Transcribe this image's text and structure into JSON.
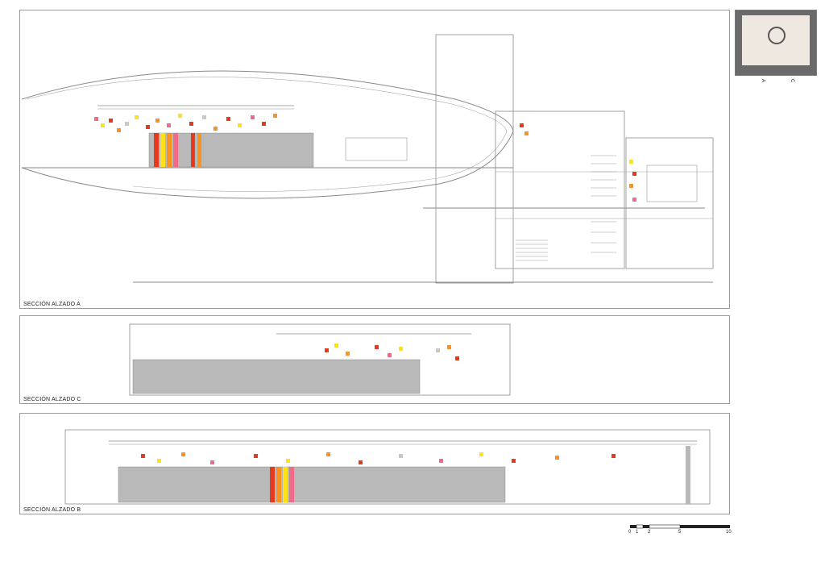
{
  "sections": [
    {
      "id": "a",
      "label": "SECCIÓN ALZADO A"
    },
    {
      "id": "c",
      "label": "SECCIÓN ALZADO C"
    },
    {
      "id": "b",
      "label": "SECCIÓN ALZADO B"
    }
  ],
  "key_plan": {
    "cut_labels": [
      "A",
      "C"
    ]
  },
  "scale_bar": {
    "ticks": [
      "0",
      "1",
      "2",
      "5",
      "10"
    ]
  },
  "colors": {
    "line": "#8a8a8a",
    "panel_fill": "#b9b9b9",
    "accent_red": "#e53a1e",
    "accent_orange": "#f7931e",
    "accent_yellow": "#ffe11a",
    "accent_pink": "#f06a8a",
    "accent_grey": "#c8c8c8"
  }
}
